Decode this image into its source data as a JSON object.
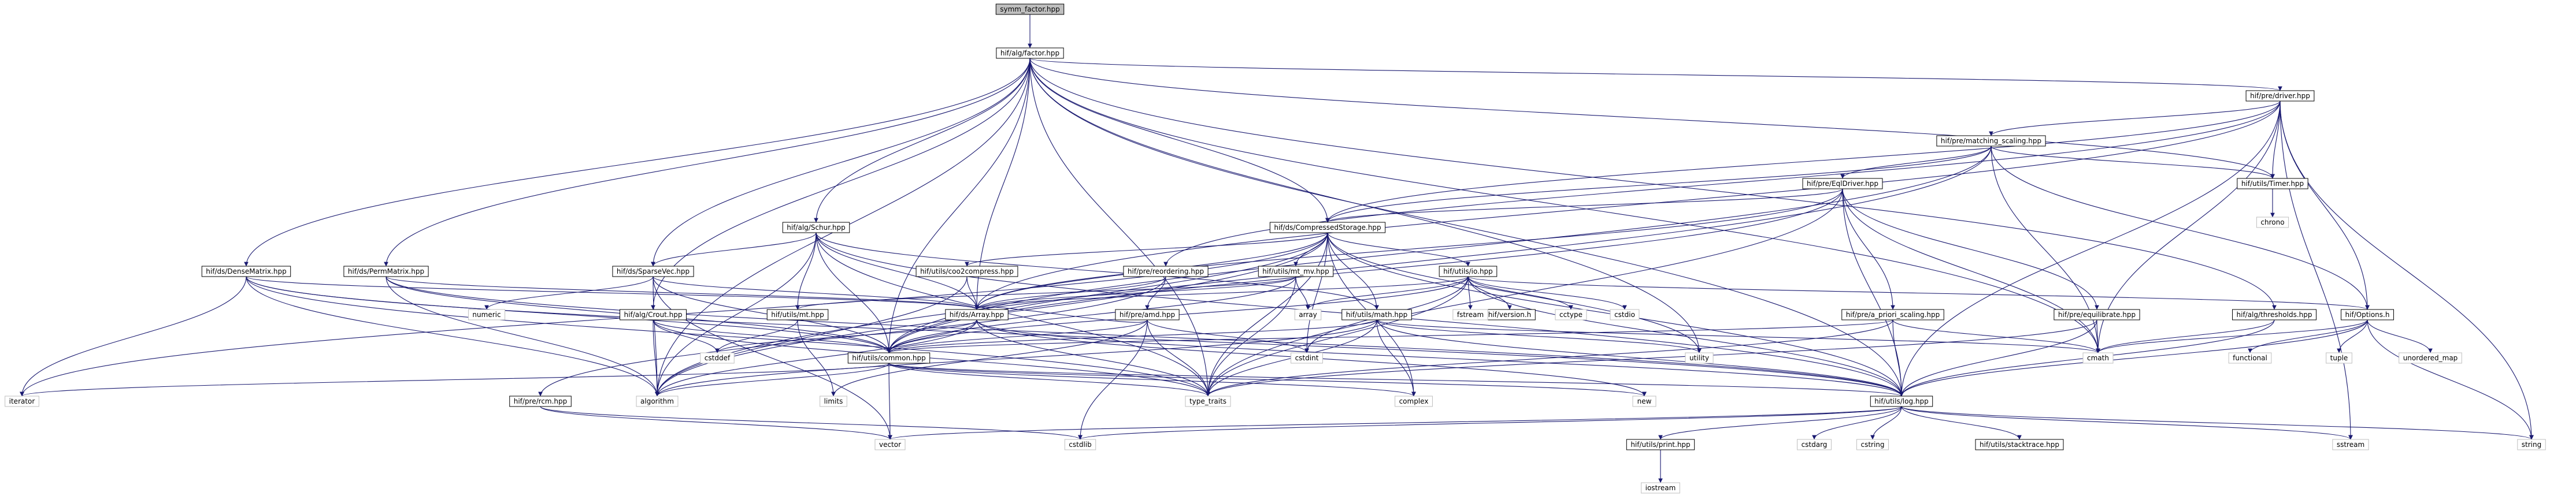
{
  "graph": {
    "root": "symm_factor.hpp",
    "colors": {
      "root_fill": "#bfbfbf",
      "node_fill": "#ffffff",
      "local_stroke": "#000000",
      "system_stroke": "#bfbfbf",
      "edge": "#191970"
    },
    "nodes": [
      {
        "id": "symm_factor.hpp",
        "kind": "root"
      },
      {
        "id": "hif/alg/factor.hpp",
        "kind": "local"
      },
      {
        "id": "hif/pre/driver.hpp",
        "kind": "local"
      },
      {
        "id": "hif/pre/matching_scaling.hpp",
        "kind": "local"
      },
      {
        "id": "hif/utils/Timer.hpp",
        "kind": "local"
      },
      {
        "id": "chrono",
        "kind": "system"
      },
      {
        "id": "hif/pre/EqlDriver.hpp",
        "kind": "local"
      },
      {
        "id": "hif/ds/CompressedStorage.hpp",
        "kind": "local"
      },
      {
        "id": "hif/alg/Schur.hpp",
        "kind": "local"
      },
      {
        "id": "hif/ds/DenseMatrix.hpp",
        "kind": "local"
      },
      {
        "id": "hif/ds/PermMatrix.hpp",
        "kind": "local"
      },
      {
        "id": "hif/ds/SparseVec.hpp",
        "kind": "local"
      },
      {
        "id": "hif/utils/coo2compress.hpp",
        "kind": "local"
      },
      {
        "id": "hif/pre/reordering.hpp",
        "kind": "local"
      },
      {
        "id": "hif/utils/mt_mv.hpp",
        "kind": "local"
      },
      {
        "id": "hif/utils/io.hpp",
        "kind": "local"
      },
      {
        "id": "hif/alg/Crout.hpp",
        "kind": "local"
      },
      {
        "id": "hif/ds/Array.hpp",
        "kind": "local"
      },
      {
        "id": "hif/utils/mt.hpp",
        "kind": "local"
      },
      {
        "id": "hif/pre/amd.hpp",
        "kind": "local"
      },
      {
        "id": "hif/utils/math.hpp",
        "kind": "local"
      },
      {
        "id": "hif/pre/a_priori_scaling.hpp",
        "kind": "local"
      },
      {
        "id": "hif/pre/equilibrate.hpp",
        "kind": "local"
      },
      {
        "id": "hif/alg/thresholds.hpp",
        "kind": "local"
      },
      {
        "id": "hif/Options.h",
        "kind": "local"
      },
      {
        "id": "hif/utils/common.hpp",
        "kind": "local"
      },
      {
        "id": "hif/utils/log.hpp",
        "kind": "local"
      },
      {
        "id": "hif/version.h",
        "kind": "local"
      },
      {
        "id": "hif/utils/print.hpp",
        "kind": "local"
      },
      {
        "id": "hif/utils/stacktrace.hpp",
        "kind": "local"
      },
      {
        "id": "hif/pre/rcm.hpp",
        "kind": "local"
      },
      {
        "id": "numeric",
        "kind": "system"
      },
      {
        "id": "cstddef",
        "kind": "system"
      },
      {
        "id": "array",
        "kind": "system"
      },
      {
        "id": "fstream",
        "kind": "system"
      },
      {
        "id": "cctype",
        "kind": "system"
      },
      {
        "id": "cstdio",
        "kind": "system"
      },
      {
        "id": "cstdint",
        "kind": "system"
      },
      {
        "id": "utility",
        "kind": "system"
      },
      {
        "id": "cmath",
        "kind": "system"
      },
      {
        "id": "functional",
        "kind": "system"
      },
      {
        "id": "tuple",
        "kind": "system"
      },
      {
        "id": "unordered_map",
        "kind": "system"
      },
      {
        "id": "iterator",
        "kind": "system"
      },
      {
        "id": "algorithm",
        "kind": "system"
      },
      {
        "id": "limits",
        "kind": "system"
      },
      {
        "id": "type_traits",
        "kind": "system"
      },
      {
        "id": "complex",
        "kind": "system"
      },
      {
        "id": "new",
        "kind": "system"
      },
      {
        "id": "vector",
        "kind": "system"
      },
      {
        "id": "cstdlib",
        "kind": "system"
      },
      {
        "id": "cstdarg",
        "kind": "system"
      },
      {
        "id": "cstring",
        "kind": "system"
      },
      {
        "id": "iostream",
        "kind": "system"
      },
      {
        "id": "sstream",
        "kind": "system"
      },
      {
        "id": "string",
        "kind": "system"
      }
    ],
    "edges": [
      [
        "symm_factor.hpp",
        "hif/alg/factor.hpp"
      ],
      [
        "hif/alg/factor.hpp",
        "hif/pre/driver.hpp"
      ],
      [
        "hif/alg/factor.hpp",
        "hif/alg/Schur.hpp"
      ],
      [
        "hif/alg/factor.hpp",
        "hif/ds/DenseMatrix.hpp"
      ],
      [
        "hif/alg/factor.hpp",
        "hif/ds/PermMatrix.hpp"
      ],
      [
        "hif/alg/factor.hpp",
        "hif/ds/SparseVec.hpp"
      ],
      [
        "hif/alg/factor.hpp",
        "hif/ds/CompressedStorage.hpp"
      ],
      [
        "hif/alg/factor.hpp",
        "hif/alg/Crout.hpp"
      ],
      [
        "hif/alg/factor.hpp",
        "hif/ds/Array.hpp"
      ],
      [
        "hif/alg/factor.hpp",
        "hif/utils/Timer.hpp"
      ],
      [
        "hif/alg/factor.hpp",
        "hif/alg/thresholds.hpp"
      ],
      [
        "hif/alg/factor.hpp",
        "hif/utils/common.hpp"
      ],
      [
        "hif/alg/factor.hpp",
        "hif/utils/log.hpp"
      ],
      [
        "hif/alg/factor.hpp",
        "cmath"
      ],
      [
        "hif/alg/factor.hpp",
        "utility"
      ],
      [
        "hif/alg/factor.hpp",
        "algorithm"
      ],
      [
        "hif/alg/factor.hpp",
        "type_traits"
      ],
      [
        "hif/pre/driver.hpp",
        "hif/pre/matching_scaling.hpp"
      ],
      [
        "hif/pre/driver.hpp",
        "hif/utils/Timer.hpp"
      ],
      [
        "hif/pre/driver.hpp",
        "hif/ds/CompressedStorage.hpp"
      ],
      [
        "hif/pre/driver.hpp",
        "hif/pre/reordering.hpp"
      ],
      [
        "hif/pre/driver.hpp",
        "hif/Options.h"
      ],
      [
        "hif/pre/driver.hpp",
        "hif/ds/Array.hpp"
      ],
      [
        "hif/pre/driver.hpp",
        "hif/utils/log.hpp"
      ],
      [
        "hif/pre/driver.hpp",
        "cmath"
      ],
      [
        "hif/pre/driver.hpp",
        "sstream"
      ],
      [
        "hif/pre/driver.hpp",
        "string"
      ],
      [
        "hif/pre/matching_scaling.hpp",
        "hif/pre/EqlDriver.hpp"
      ],
      [
        "hif/pre/matching_scaling.hpp",
        "hif/utils/Timer.hpp"
      ],
      [
        "hif/pre/matching_scaling.hpp",
        "hif/ds/CompressedStorage.hpp"
      ],
      [
        "hif/pre/matching_scaling.hpp",
        "hif/Options.h"
      ],
      [
        "hif/pre/matching_scaling.hpp",
        "cmath"
      ],
      [
        "hif/pre/matching_scaling.hpp",
        "algorithm"
      ],
      [
        "hif/pre/matching_scaling.hpp",
        "hif/utils/common.hpp"
      ],
      [
        "hif/utils/Timer.hpp",
        "chrono"
      ],
      [
        "hif/pre/EqlDriver.hpp",
        "hif/ds/CompressedStorage.hpp"
      ],
      [
        "hif/pre/EqlDriver.hpp",
        "hif/pre/a_priori_scaling.hpp"
      ],
      [
        "hif/pre/EqlDriver.hpp",
        "hif/pre/equilibrate.hpp"
      ],
      [
        "hif/pre/EqlDriver.hpp",
        "hif/ds/Array.hpp"
      ],
      [
        "hif/pre/EqlDriver.hpp",
        "hif/utils/common.hpp"
      ],
      [
        "hif/pre/EqlDriver.hpp",
        "hif/utils/log.hpp"
      ],
      [
        "hif/pre/EqlDriver.hpp",
        "type_traits"
      ],
      [
        "hif/pre/EqlDriver.hpp",
        "cmath"
      ],
      [
        "hif/ds/CompressedStorage.hpp",
        "hif/utils/coo2compress.hpp"
      ],
      [
        "hif/ds/CompressedStorage.hpp",
        "hif/utils/mt_mv.hpp"
      ],
      [
        "hif/ds/CompressedStorage.hpp",
        "hif/utils/io.hpp"
      ],
      [
        "hif/ds/CompressedStorage.hpp",
        "hif/utils/math.hpp"
      ],
      [
        "hif/ds/CompressedStorage.hpp",
        "hif/ds/Array.hpp"
      ],
      [
        "hif/ds/CompressedStorage.hpp",
        "hif/utils/common.hpp"
      ],
      [
        "hif/ds/CompressedStorage.hpp",
        "hif/utils/log.hpp"
      ],
      [
        "hif/ds/CompressedStorage.hpp",
        "iterator"
      ],
      [
        "hif/ds/CompressedStorage.hpp",
        "algorithm"
      ],
      [
        "hif/ds/CompressedStorage.hpp",
        "cstdint"
      ],
      [
        "hif/ds/CompressedStorage.hpp",
        "type_traits"
      ],
      [
        "hif/ds/CompressedStorage.hpp",
        "utility"
      ],
      [
        "hif/ds/CompressedStorage.hpp",
        "complex"
      ],
      [
        "hif/alg/Schur.hpp",
        "hif/ds/SparseVec.hpp"
      ],
      [
        "hif/alg/Schur.hpp",
        "hif/ds/Array.hpp"
      ],
      [
        "hif/alg/Schur.hpp",
        "hif/utils/mt.hpp"
      ],
      [
        "hif/alg/Schur.hpp",
        "hif/utils/math.hpp"
      ],
      [
        "hif/alg/Schur.hpp",
        "hif/utils/common.hpp"
      ],
      [
        "hif/alg/Schur.hpp",
        "hif/utils/log.hpp"
      ],
      [
        "hif/alg/Schur.hpp",
        "algorithm"
      ],
      [
        "hif/alg/Schur.hpp",
        "type_traits"
      ],
      [
        "hif/ds/DenseMatrix.hpp",
        "hif/ds/Array.hpp"
      ],
      [
        "hif/ds/DenseMatrix.hpp",
        "hif/utils/common.hpp"
      ],
      [
        "hif/ds/DenseMatrix.hpp",
        "hif/utils/log.hpp"
      ],
      [
        "hif/ds/DenseMatrix.hpp",
        "iterator"
      ],
      [
        "hif/ds/DenseMatrix.hpp",
        "algorithm"
      ],
      [
        "hif/ds/DenseMatrix.hpp",
        "type_traits"
      ],
      [
        "hif/ds/PermMatrix.hpp",
        "hif/ds/Array.hpp"
      ],
      [
        "hif/ds/PermMatrix.hpp",
        "hif/utils/common.hpp"
      ],
      [
        "hif/ds/PermMatrix.hpp",
        "hif/utils/log.hpp"
      ],
      [
        "hif/ds/PermMatrix.hpp",
        "algorithm"
      ],
      [
        "hif/ds/SparseVec.hpp",
        "hif/ds/Array.hpp"
      ],
      [
        "hif/ds/SparseVec.hpp",
        "hif/utils/common.hpp"
      ],
      [
        "hif/ds/SparseVec.hpp",
        "numeric"
      ],
      [
        "hif/ds/SparseVec.hpp",
        "algorithm"
      ],
      [
        "hif/ds/SparseVec.hpp",
        "vector"
      ],
      [
        "hif/utils/coo2compress.hpp",
        "hif/ds/Array.hpp"
      ],
      [
        "hif/utils/coo2compress.hpp",
        "algorithm"
      ],
      [
        "hif/pre/reordering.hpp",
        "hif/pre/amd.hpp"
      ],
      [
        "hif/pre/reordering.hpp",
        "hif/pre/rcm.hpp"
      ],
      [
        "hif/pre/reordering.hpp",
        "hif/ds/Array.hpp"
      ],
      [
        "hif/utils/mt_mv.hpp",
        "hif/utils/mt.hpp"
      ],
      [
        "hif/utils/mt_mv.hpp",
        "hif/ds/Array.hpp"
      ],
      [
        "hif/utils/mt_mv.hpp",
        "hif/utils/common.hpp"
      ],
      [
        "hif/utils/mt_mv.hpp",
        "type_traits"
      ],
      [
        "hif/utils/mt_mv.hpp",
        "array"
      ],
      [
        "hif/utils/io.hpp",
        "hif/ds/Array.hpp"
      ],
      [
        "hif/utils/io.hpp",
        "hif/utils/common.hpp"
      ],
      [
        "hif/utils/io.hpp",
        "hif/Options.h"
      ],
      [
        "hif/utils/io.hpp",
        "hif/version.h"
      ],
      [
        "hif/utils/io.hpp",
        "fstream"
      ],
      [
        "hif/utils/io.hpp",
        "cctype"
      ],
      [
        "hif/utils/io.hpp",
        "cstdio"
      ],
      [
        "hif/utils/io.hpp",
        "cstdint"
      ],
      [
        "hif/utils/io.hpp",
        "array"
      ],
      [
        "hif/utils/io.hpp",
        "type_traits"
      ],
      [
        "hif/utils/io.hpp",
        "hif/utils/log.hpp"
      ],
      [
        "hif/alg/Crout.hpp",
        "hif/utils/common.hpp"
      ],
      [
        "hif/alg/Crout.hpp",
        "algorithm"
      ],
      [
        "hif/alg/Crout.hpp",
        "type_traits"
      ],
      [
        "hif/alg/Crout.hpp",
        "cstddef"
      ],
      [
        "hif/ds/Array.hpp",
        "hif/utils/common.hpp"
      ],
      [
        "hif/ds/Array.hpp",
        "hif/utils/log.hpp"
      ],
      [
        "hif/ds/Array.hpp",
        "algorithm"
      ],
      [
        "hif/ds/Array.hpp",
        "cstddef"
      ],
      [
        "hif/ds/Array.hpp",
        "new"
      ],
      [
        "hif/ds/Array.hpp",
        "type_traits"
      ],
      [
        "hif/utils/mt.hpp",
        "cstddef"
      ],
      [
        "hif/utils/mt.hpp",
        "limits"
      ],
      [
        "hif/pre/amd.hpp",
        "hif/utils/common.hpp"
      ],
      [
        "hif/pre/amd.hpp",
        "hif/ds/Array.hpp"
      ],
      [
        "hif/pre/amd.hpp",
        "cstdint"
      ],
      [
        "hif/pre/amd.hpp",
        "limits"
      ],
      [
        "hif/pre/amd.hpp",
        "cstdlib"
      ],
      [
        "hif/pre/amd.hpp",
        "type_traits"
      ],
      [
        "hif/utils/math.hpp",
        "hif/utils/common.hpp"
      ],
      [
        "hif/utils/math.hpp",
        "hif/utils/log.hpp"
      ],
      [
        "hif/utils/math.hpp",
        "cmath"
      ],
      [
        "hif/utils/math.hpp",
        "complex"
      ],
      [
        "hif/utils/math.hpp",
        "algorithm"
      ],
      [
        "hif/utils/math.hpp",
        "type_traits"
      ],
      [
        "hif/utils/math.hpp",
        "utility"
      ],
      [
        "hif/pre/a_priori_scaling.hpp",
        "hif/utils/common.hpp"
      ],
      [
        "hif/pre/a_priori_scaling.hpp",
        "hif/utils/log.hpp"
      ],
      [
        "hif/pre/a_priori_scaling.hpp",
        "cmath"
      ],
      [
        "hif/pre/a_priori_scaling.hpp",
        "type_traits"
      ],
      [
        "hif/pre/equilibrate.hpp",
        "hif/utils/log.hpp"
      ],
      [
        "hif/pre/equilibrate.hpp",
        "cmath"
      ],
      [
        "hif/pre/equilibrate.hpp",
        "type_traits"
      ],
      [
        "hif/alg/thresholds.hpp",
        "hif/utils/log.hpp"
      ],
      [
        "hif/alg/thresholds.hpp",
        "cmath"
      ],
      [
        "hif/Options.h",
        "hif/utils/log.hpp"
      ],
      [
        "hif/Options.h",
        "cmath"
      ],
      [
        "hif/Options.h",
        "functional"
      ],
      [
        "hif/Options.h",
        "tuple"
      ],
      [
        "hif/Options.h",
        "unordered_map"
      ],
      [
        "hif/Options.h",
        "string"
      ],
      [
        "hif/utils/common.hpp",
        "hif/utils/log.hpp"
      ],
      [
        "hif/utils/common.hpp",
        "complex"
      ],
      [
        "hif/utils/common.hpp",
        "new"
      ],
      [
        "hif/utils/common.hpp",
        "type_traits"
      ],
      [
        "hif/utils/common.hpp",
        "algorithm"
      ],
      [
        "hif/utils/common.hpp",
        "vector"
      ],
      [
        "hif/utils/common.hpp",
        "iterator"
      ],
      [
        "hif/pre/rcm.hpp",
        "vector"
      ],
      [
        "hif/pre/rcm.hpp",
        "cstdlib"
      ],
      [
        "hif/utils/log.hpp",
        "cstdarg"
      ],
      [
        "hif/utils/log.hpp",
        "cstring"
      ],
      [
        "hif/utils/log.hpp",
        "hif/utils/print.hpp"
      ],
      [
        "hif/utils/log.hpp",
        "hif/utils/stacktrace.hpp"
      ],
      [
        "hif/utils/log.hpp",
        "sstream"
      ],
      [
        "hif/utils/log.hpp",
        "string"
      ],
      [
        "hif/utils/log.hpp",
        "cstdlib"
      ],
      [
        "hif/utils/log.hpp",
        "vector"
      ],
      [
        "hif/utils/print.hpp",
        "iostream"
      ]
    ]
  }
}
